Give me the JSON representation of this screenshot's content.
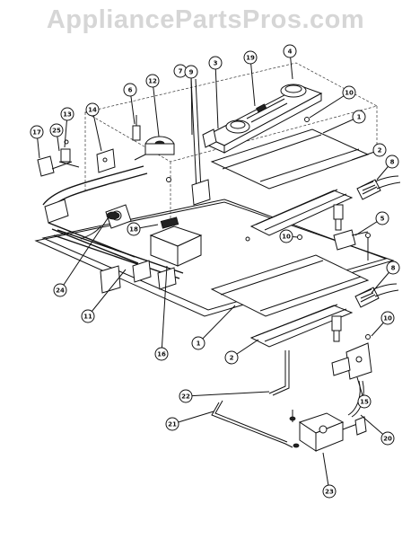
{
  "watermark": {
    "text": "AppliancePartsPros.com"
  },
  "callouts": [
    {
      "id": "c1a",
      "label": "1"
    },
    {
      "id": "c1b",
      "label": "1"
    },
    {
      "id": "c2a",
      "label": "2"
    },
    {
      "id": "c2b",
      "label": "2"
    },
    {
      "id": "c3",
      "label": "3"
    },
    {
      "id": "c4",
      "label": "4"
    },
    {
      "id": "c5",
      "label": "5"
    },
    {
      "id": "c6",
      "label": "6"
    },
    {
      "id": "c7",
      "label": "7"
    },
    {
      "id": "c8a",
      "label": "8"
    },
    {
      "id": "c8b",
      "label": "8"
    },
    {
      "id": "c9",
      "label": "9"
    },
    {
      "id": "c10a",
      "label": "10"
    },
    {
      "id": "c10b",
      "label": "10"
    },
    {
      "id": "c10c",
      "label": "10"
    },
    {
      "id": "c11",
      "label": "11"
    },
    {
      "id": "c12",
      "label": "12"
    },
    {
      "id": "c13",
      "label": "13"
    },
    {
      "id": "c14",
      "label": "14"
    },
    {
      "id": "c15",
      "label": "15"
    },
    {
      "id": "c16",
      "label": "16"
    },
    {
      "id": "c17",
      "label": "17"
    },
    {
      "id": "c18",
      "label": "18"
    },
    {
      "id": "c19",
      "label": "19"
    },
    {
      "id": "c20",
      "label": "20"
    },
    {
      "id": "c21",
      "label": "21"
    },
    {
      "id": "c22",
      "label": "22"
    },
    {
      "id": "c23",
      "label": "23"
    },
    {
      "id": "c24",
      "label": "24"
    },
    {
      "id": "c25",
      "label": "25"
    }
  ]
}
